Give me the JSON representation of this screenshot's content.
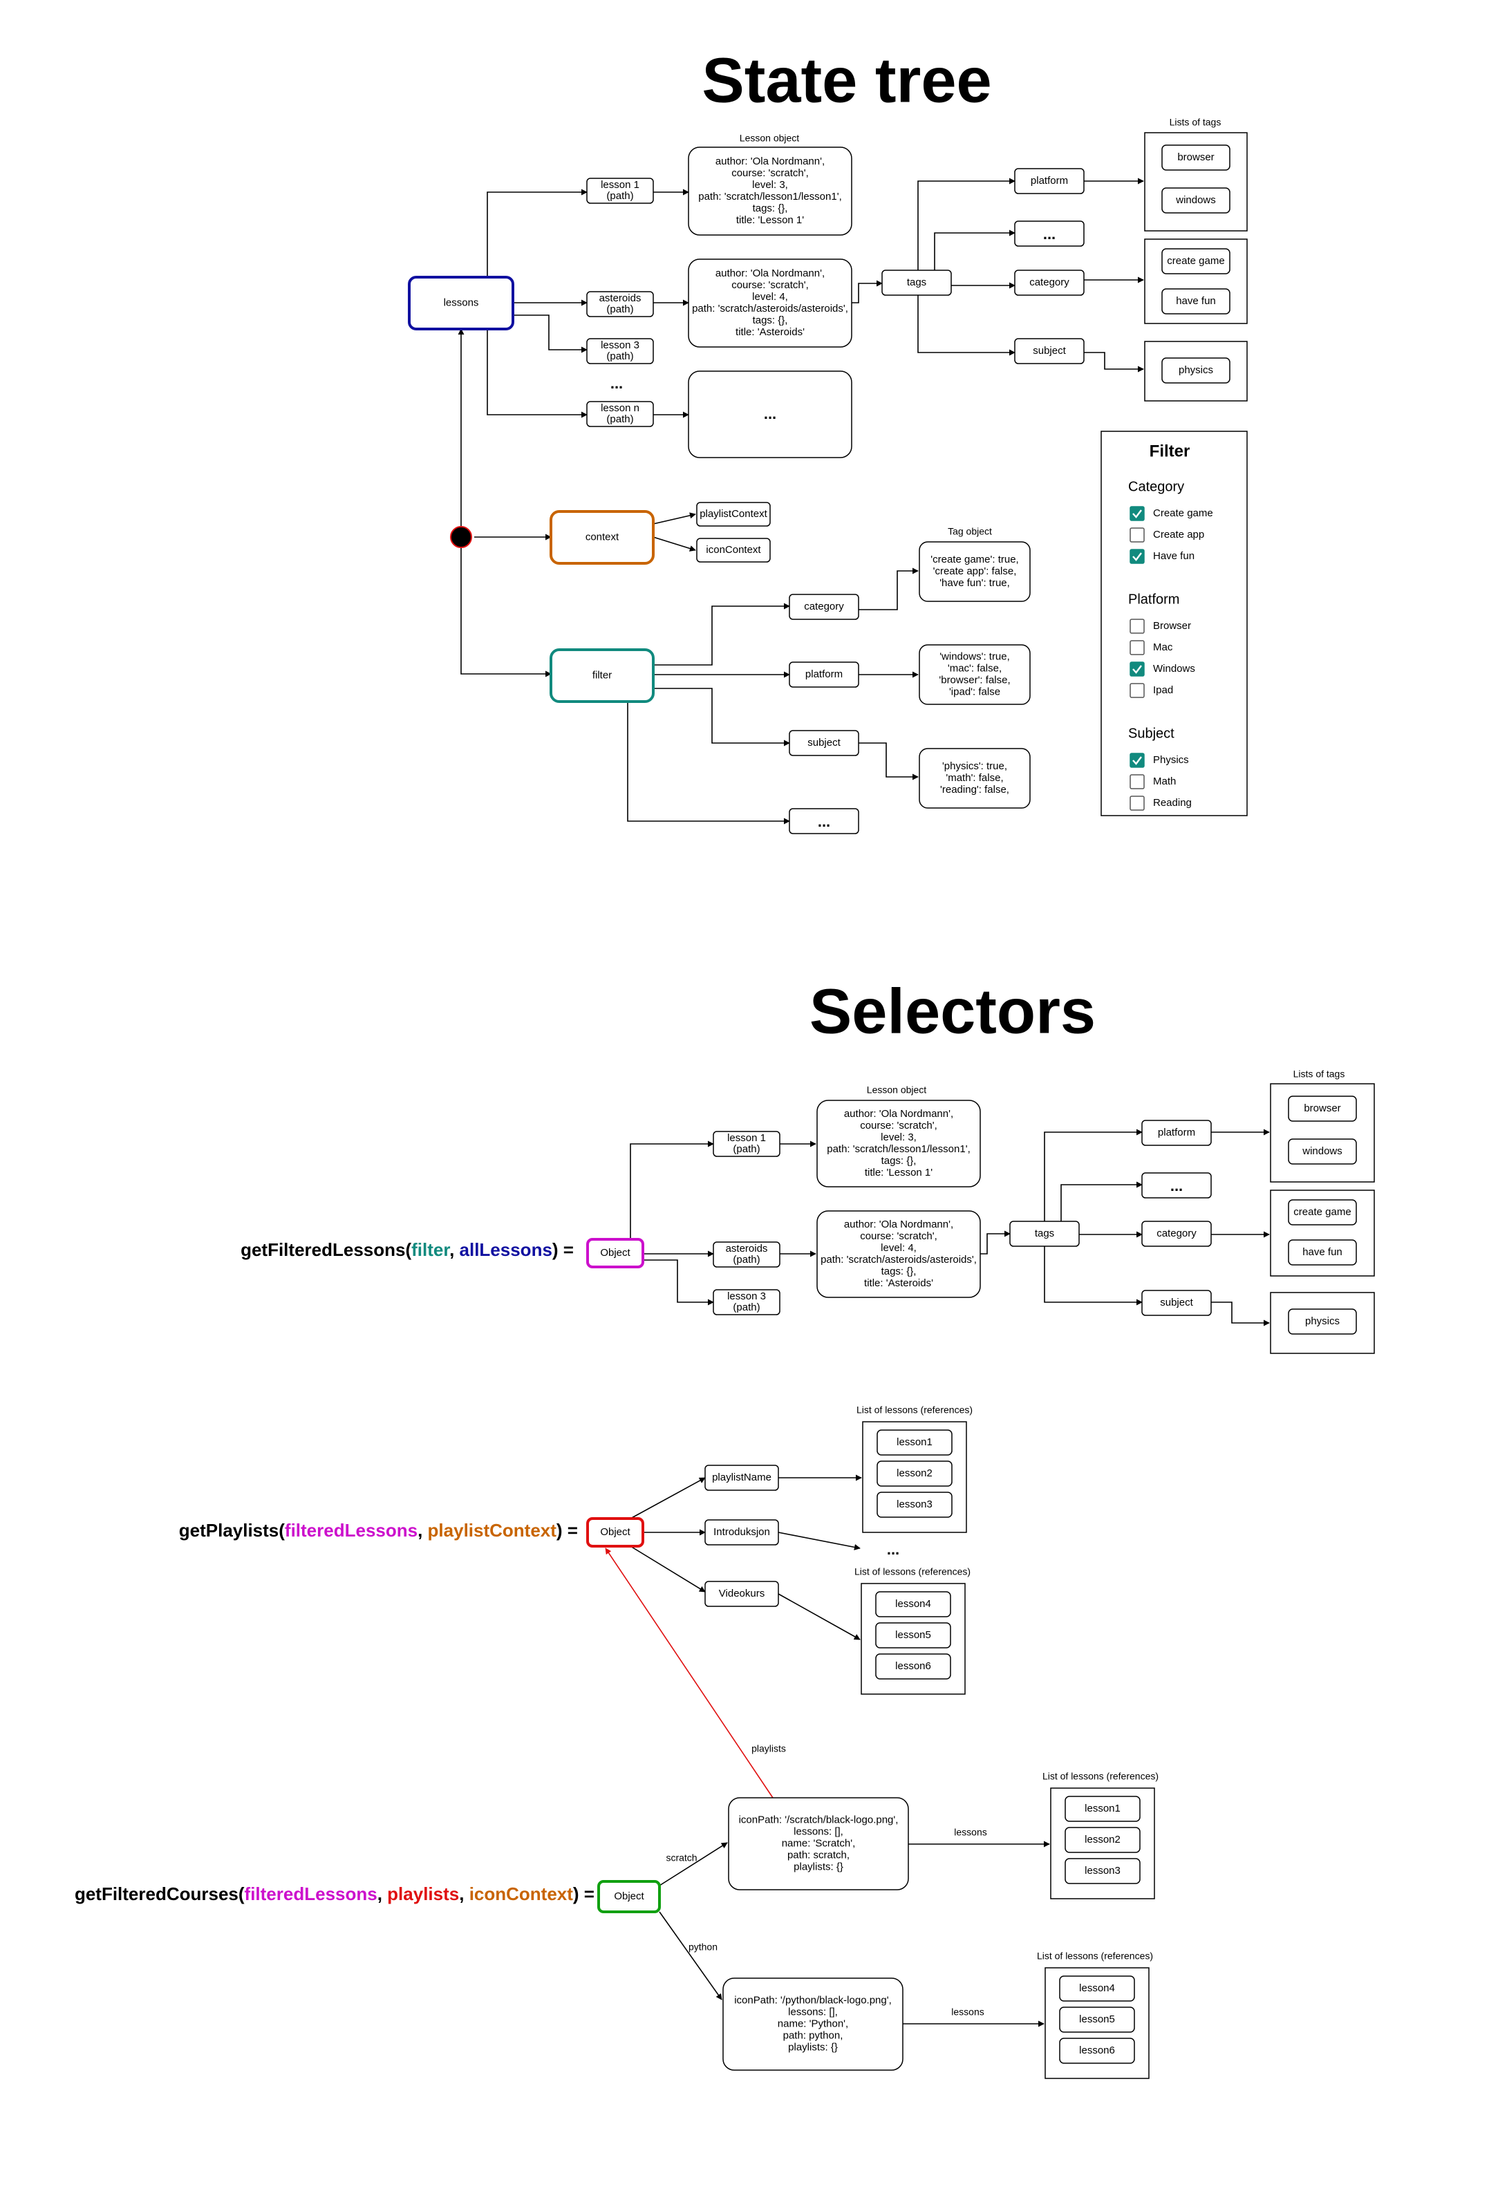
{
  "titles": {
    "state_tree": "State tree",
    "selectors": "Selectors"
  },
  "colors": {
    "blue": "#1010a0",
    "orange": "#c86400",
    "teal": "#118a7e",
    "magenta": "#cc10cc",
    "red": "#e01010",
    "green": "#10a010",
    "check": "#118a7e"
  },
  "state_tree": {
    "lessons": "lessons",
    "context": "context",
    "filter": "filter",
    "lesson1": [
      "lesson 1",
      "(path)"
    ],
    "asteroids": [
      "asteroids",
      "(path)"
    ],
    "lesson3": [
      "lesson 3",
      "(path)"
    ],
    "lessonN": [
      "lesson n",
      "(path)"
    ],
    "ellipsis": "...",
    "lesson_object_label": "Lesson object",
    "lesson1_object": [
      "author: 'Ola Nordmann',",
      "course: 'scratch',",
      "level: 3,",
      "path: 'scratch/lesson1/lesson1',",
      "tags: {},",
      "title: 'Lesson 1'"
    ],
    "asteroids_object": [
      "author: 'Ola Nordmann',",
      "course: 'scratch',",
      "level: 4,",
      "path: 'scratch/asteroids/asteroids',",
      "tags: {},",
      "title: 'Asteroids'"
    ],
    "tags": "tags",
    "platform": "platform",
    "category": "category",
    "subject": "subject",
    "lists_of_tags_label": "Lists of tags",
    "platform_list": [
      "browser",
      "windows"
    ],
    "category_list": [
      "create game",
      "have fun"
    ],
    "subject_list": [
      "physics"
    ],
    "playlistContext": "playlistContext",
    "iconContext": "iconContext",
    "tag_object_label": "Tag object",
    "category_object": [
      "'create game': true,",
      "'create app': false,",
      "'have fun': true,"
    ],
    "platform_object": [
      "'windows': true,",
      "'mac': false,",
      "'browser': false,",
      "'ipad': false"
    ],
    "subject_object": [
      "'physics': true,",
      "'math': false,",
      "'reading': false,"
    ]
  },
  "filter_panel": {
    "title": "Filter",
    "groups": [
      {
        "heading": "Category",
        "options": [
          {
            "label": "Create game",
            "checked": true
          },
          {
            "label": "Create app",
            "checked": false
          },
          {
            "label": "Have fun",
            "checked": true
          }
        ]
      },
      {
        "heading": "Platform",
        "options": [
          {
            "label": "Browser",
            "checked": false
          },
          {
            "label": "Mac",
            "checked": false
          },
          {
            "label": "Windows",
            "checked": true
          },
          {
            "label": "Ipad",
            "checked": false
          }
        ]
      },
      {
        "heading": "Subject",
        "options": [
          {
            "label": "Physics",
            "checked": true
          },
          {
            "label": "Math",
            "checked": false
          },
          {
            "label": "Reading",
            "checked": false
          }
        ]
      }
    ]
  },
  "selectors": {
    "object": "Object",
    "filtered_lessons_fn": {
      "name": "getFilteredLessons(",
      "args": [
        {
          "text": "filter",
          "color": "#118a7e"
        },
        {
          "text": "allLessons",
          "color": "#1010a0"
        }
      ],
      "close": ") ="
    },
    "playlists_fn": {
      "name": "getPlaylists(",
      "args": [
        {
          "text": "filteredLessons",
          "color": "#cc10cc"
        },
        {
          "text": "playlistContext",
          "color": "#c86400"
        }
      ],
      "close": ") ="
    },
    "courses_fn": {
      "name": "getFilteredCourses(",
      "args": [
        {
          "text": "filteredLessons",
          "color": "#cc10cc"
        },
        {
          "text": "playlists",
          "color": "#e01010"
        },
        {
          "text": "iconContext",
          "color": "#c86400"
        }
      ],
      "close": ") ="
    },
    "playlist_names": [
      "playlistName",
      "Introduksjon",
      "Videokurs"
    ],
    "list_of_lessons_label": "List of lessons (references)",
    "list1": [
      "lesson1",
      "lesson2",
      "lesson3"
    ],
    "list2": [
      "lesson4",
      "lesson5",
      "lesson6"
    ],
    "playlists_edge": "playlists",
    "scratch_edge": "scratch",
    "python_edge": "python",
    "lessons_edge": "lessons",
    "scratch_object": [
      "iconPath: '/scratch/black-logo.png',",
      "lessons: [],",
      "name: 'Scratch',",
      "path: scratch,",
      "playlists: {}"
    ],
    "python_object": [
      "iconPath: '/python/black-logo.png',",
      "lessons: [],",
      "name: 'Python',",
      "path: python,",
      "playlists: {}"
    ]
  }
}
